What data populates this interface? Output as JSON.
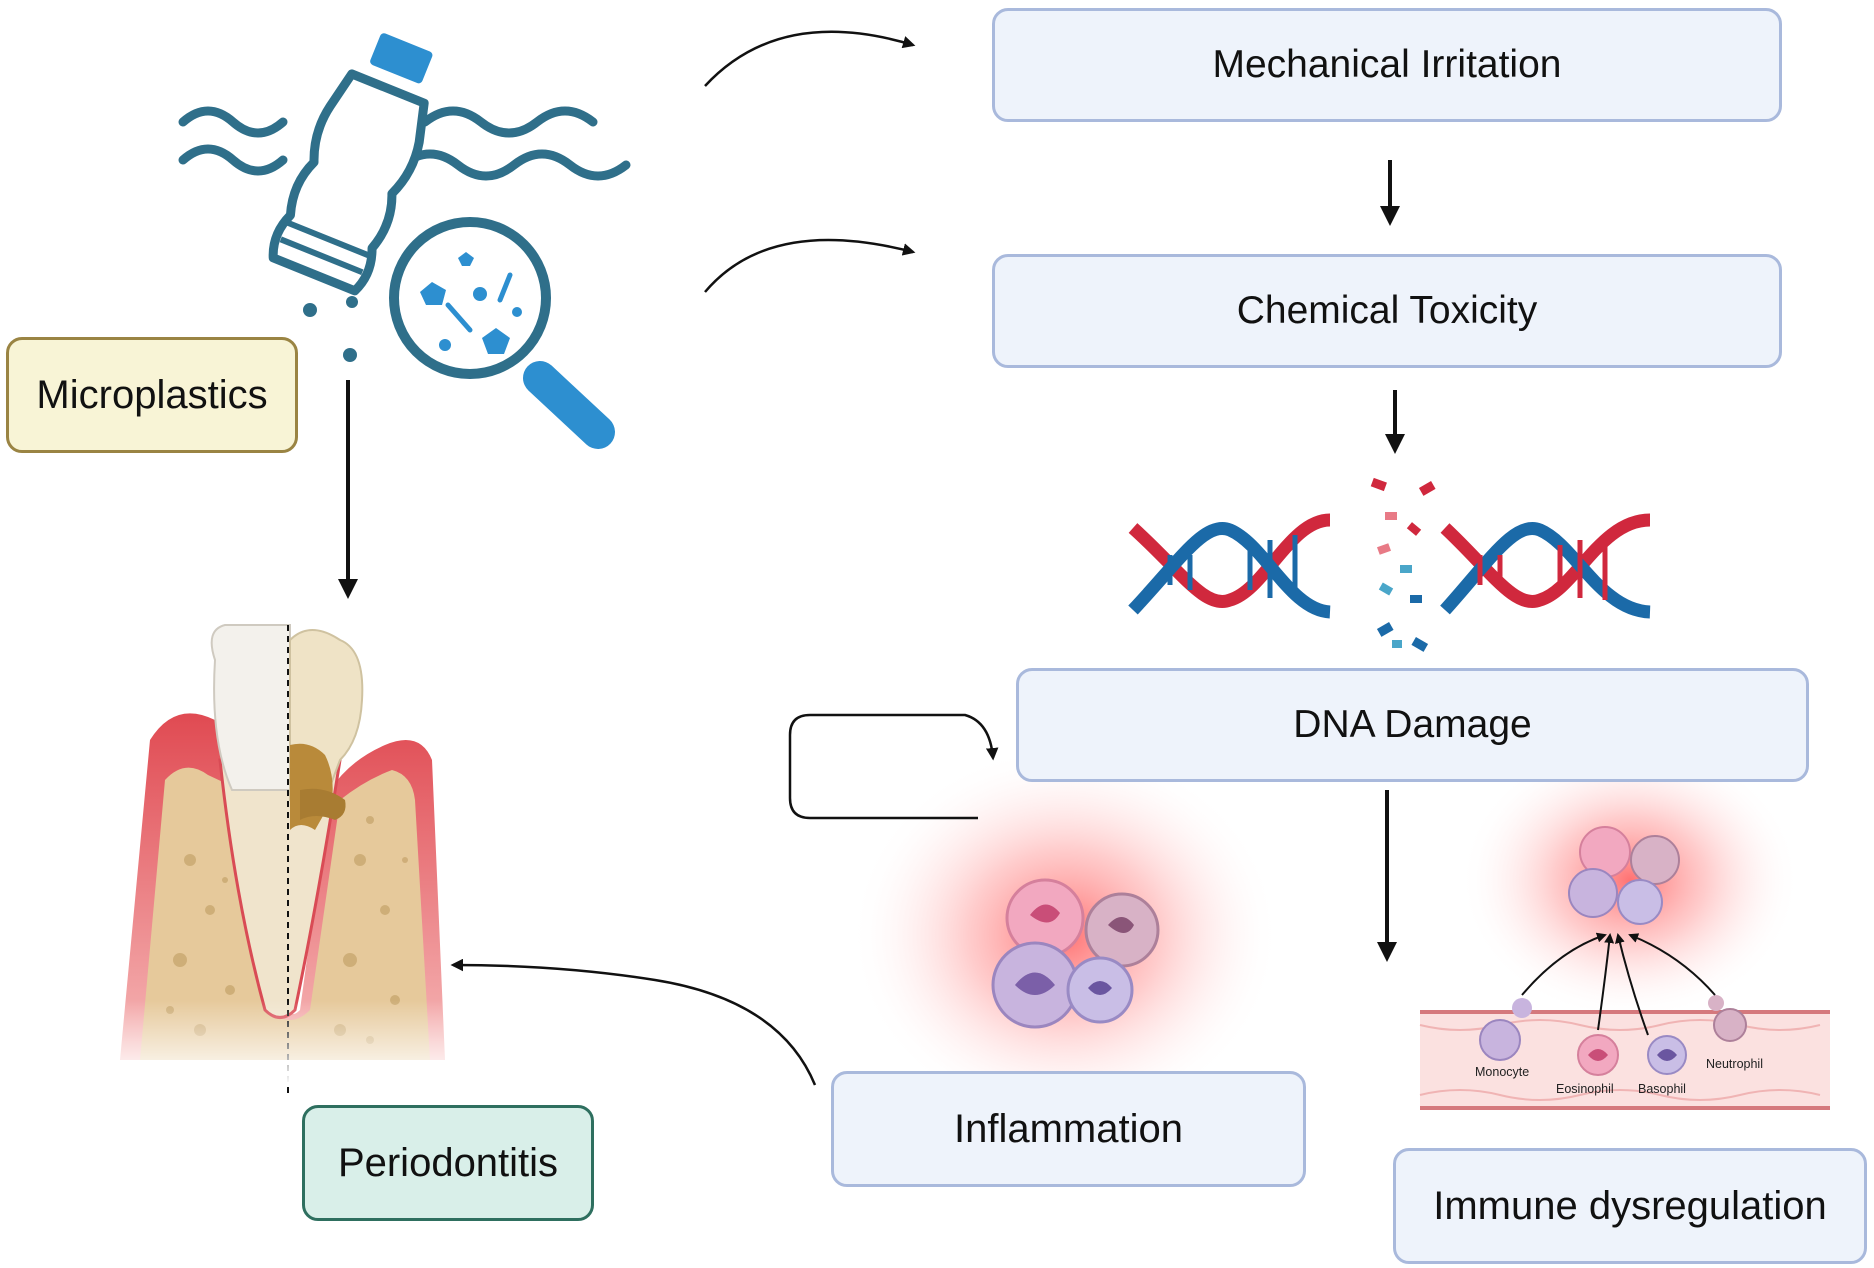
{
  "labels": {
    "microplastics": "Microplastics",
    "periodontitis": "Periodontitis",
    "mechanical_irritation": "Mechanical Irritation",
    "chemical_toxicity": "Chemical Toxicity",
    "dna_damage": "DNA Damage",
    "inflammation": "Inflammation",
    "immune_dysregulation": "Immune dysregulation"
  },
  "cell_types": {
    "monocyte": "Monocyte",
    "eosinophil": "Eosinophil",
    "basophil": "Basophil",
    "neutrophil": "Neutrophil"
  },
  "colors": {
    "icon_blue": "#2f6f8a",
    "particle_blue": "#2d8fd0",
    "dna_red": "#d0283d",
    "dna_blue": "#1b6aa8",
    "box_fill": "#eef3fb",
    "box_border": "#a9b9dc",
    "microplastics_fill": "#f8f4d6",
    "periodontitis_fill": "#d9efe9"
  },
  "icons": [
    "water-waves-icon",
    "plastic-bottle-icon",
    "magnifier-icon",
    "tooth-icon",
    "dna-icon",
    "immune-cell-icon",
    "blood-vessel-icon"
  ]
}
